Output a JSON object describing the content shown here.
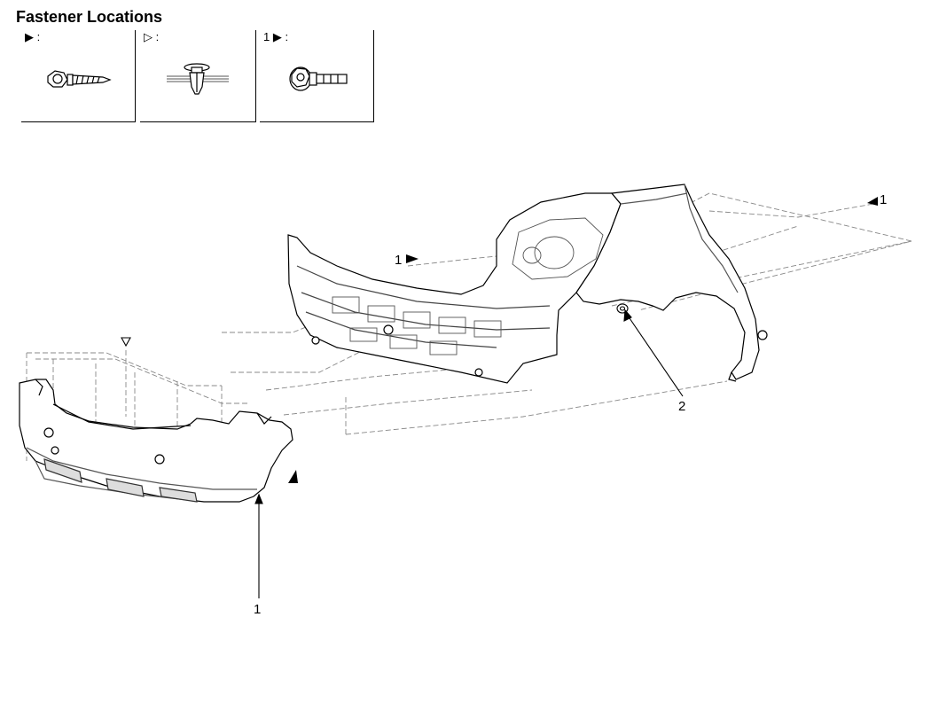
{
  "title": "Fastener Locations",
  "legend": [
    {
      "symbol": "filled-triangle",
      "label": "▶ :",
      "fastener": "screw-icon"
    },
    {
      "symbol": "outline-triangle",
      "label": "▷ :",
      "fastener": "push-clip-icon"
    },
    {
      "symbol": "numbered-filled-triangle",
      "label": "1 ▶ :",
      "fastener": "flange-bolt-icon"
    }
  ],
  "callouts": {
    "bumper": "1",
    "bracket": "2",
    "marker_center": "1",
    "marker_right": "1"
  },
  "markers": {
    "center_prefix": "1",
    "right_suffix": "1"
  }
}
